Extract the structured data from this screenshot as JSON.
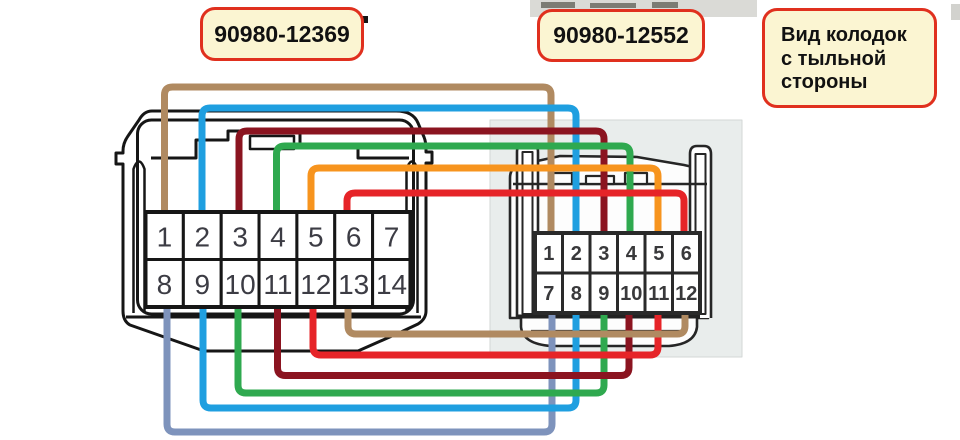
{
  "title_labels": {
    "left_part_number": "90980-12369",
    "right_part_number": "90980-12552",
    "view_note": "Вид колодок\nс тыльной\nстороны"
  },
  "left_connector": {
    "part_number": "90980-12369",
    "pin_count": 14,
    "pins": [
      "1",
      "2",
      "3",
      "4",
      "5",
      "6",
      "7",
      "8",
      "9",
      "10",
      "11",
      "12",
      "13",
      "14"
    ]
  },
  "right_connector": {
    "part_number": "90980-12552",
    "pin_count": 12,
    "pins": [
      "1",
      "2",
      "3",
      "4",
      "5",
      "6",
      "7",
      "8",
      "9",
      "10",
      "11",
      "12"
    ]
  },
  "wires": [
    {
      "name": "brown",
      "color": "#b08a61",
      "left_pin": "1",
      "right_pin": "1",
      "route": "top"
    },
    {
      "name": "light-blue",
      "color": "#1f9fe0",
      "left_pin": "2",
      "right_pin": "2",
      "route": "top"
    },
    {
      "name": "dark-red",
      "color": "#8b1420",
      "left_pin": "3",
      "right_pin": "3",
      "route": "top"
    },
    {
      "name": "green",
      "color": "#2fa94f",
      "left_pin": "4",
      "right_pin": "4",
      "route": "top"
    },
    {
      "name": "orange",
      "color": "#f7941e",
      "left_pin": "5",
      "right_pin": "5",
      "route": "top"
    },
    {
      "name": "red",
      "color": "#e62428",
      "left_pin": "6",
      "right_pin": "6",
      "route": "top"
    },
    {
      "name": "steel-blue",
      "color": "#7e93bc",
      "left_pin": "8",
      "right_pin": "7",
      "route": "bottom"
    },
    {
      "name": "light-blue",
      "color": "#1f9fe0",
      "left_pin": "9",
      "right_pin": "8",
      "route": "bottom"
    },
    {
      "name": "green",
      "color": "#2fa94f",
      "left_pin": "10",
      "right_pin": "9",
      "route": "bottom"
    },
    {
      "name": "dark-red",
      "color": "#8b1420",
      "left_pin": "11",
      "right_pin": "10",
      "route": "bottom"
    },
    {
      "name": "red",
      "color": "#e62428",
      "left_pin": "12",
      "right_pin": "11",
      "route": "bottom"
    },
    {
      "name": "brown",
      "color": "#b08a61",
      "left_pin": "13",
      "right_pin": "12",
      "route": "bottom"
    }
  ],
  "style_colors": {
    "label_fill": "#fbf5d2",
    "label_border": "#e0301e",
    "panel_fill": "#e9edec",
    "line_art": "#1a1a1a"
  }
}
